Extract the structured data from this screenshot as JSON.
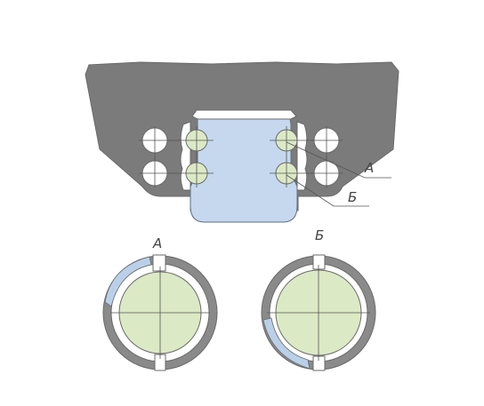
{
  "labels": {
    "detail_a": "А",
    "detail_b": "Б",
    "callout_a": "А",
    "callout_b": "Б"
  },
  "colors": {
    "housing": "#7b7b7b",
    "rail": "#c5d8ee",
    "ball": "#dce9c5",
    "contact": "#b9d0e8",
    "outline": "#6a6a6a"
  }
}
